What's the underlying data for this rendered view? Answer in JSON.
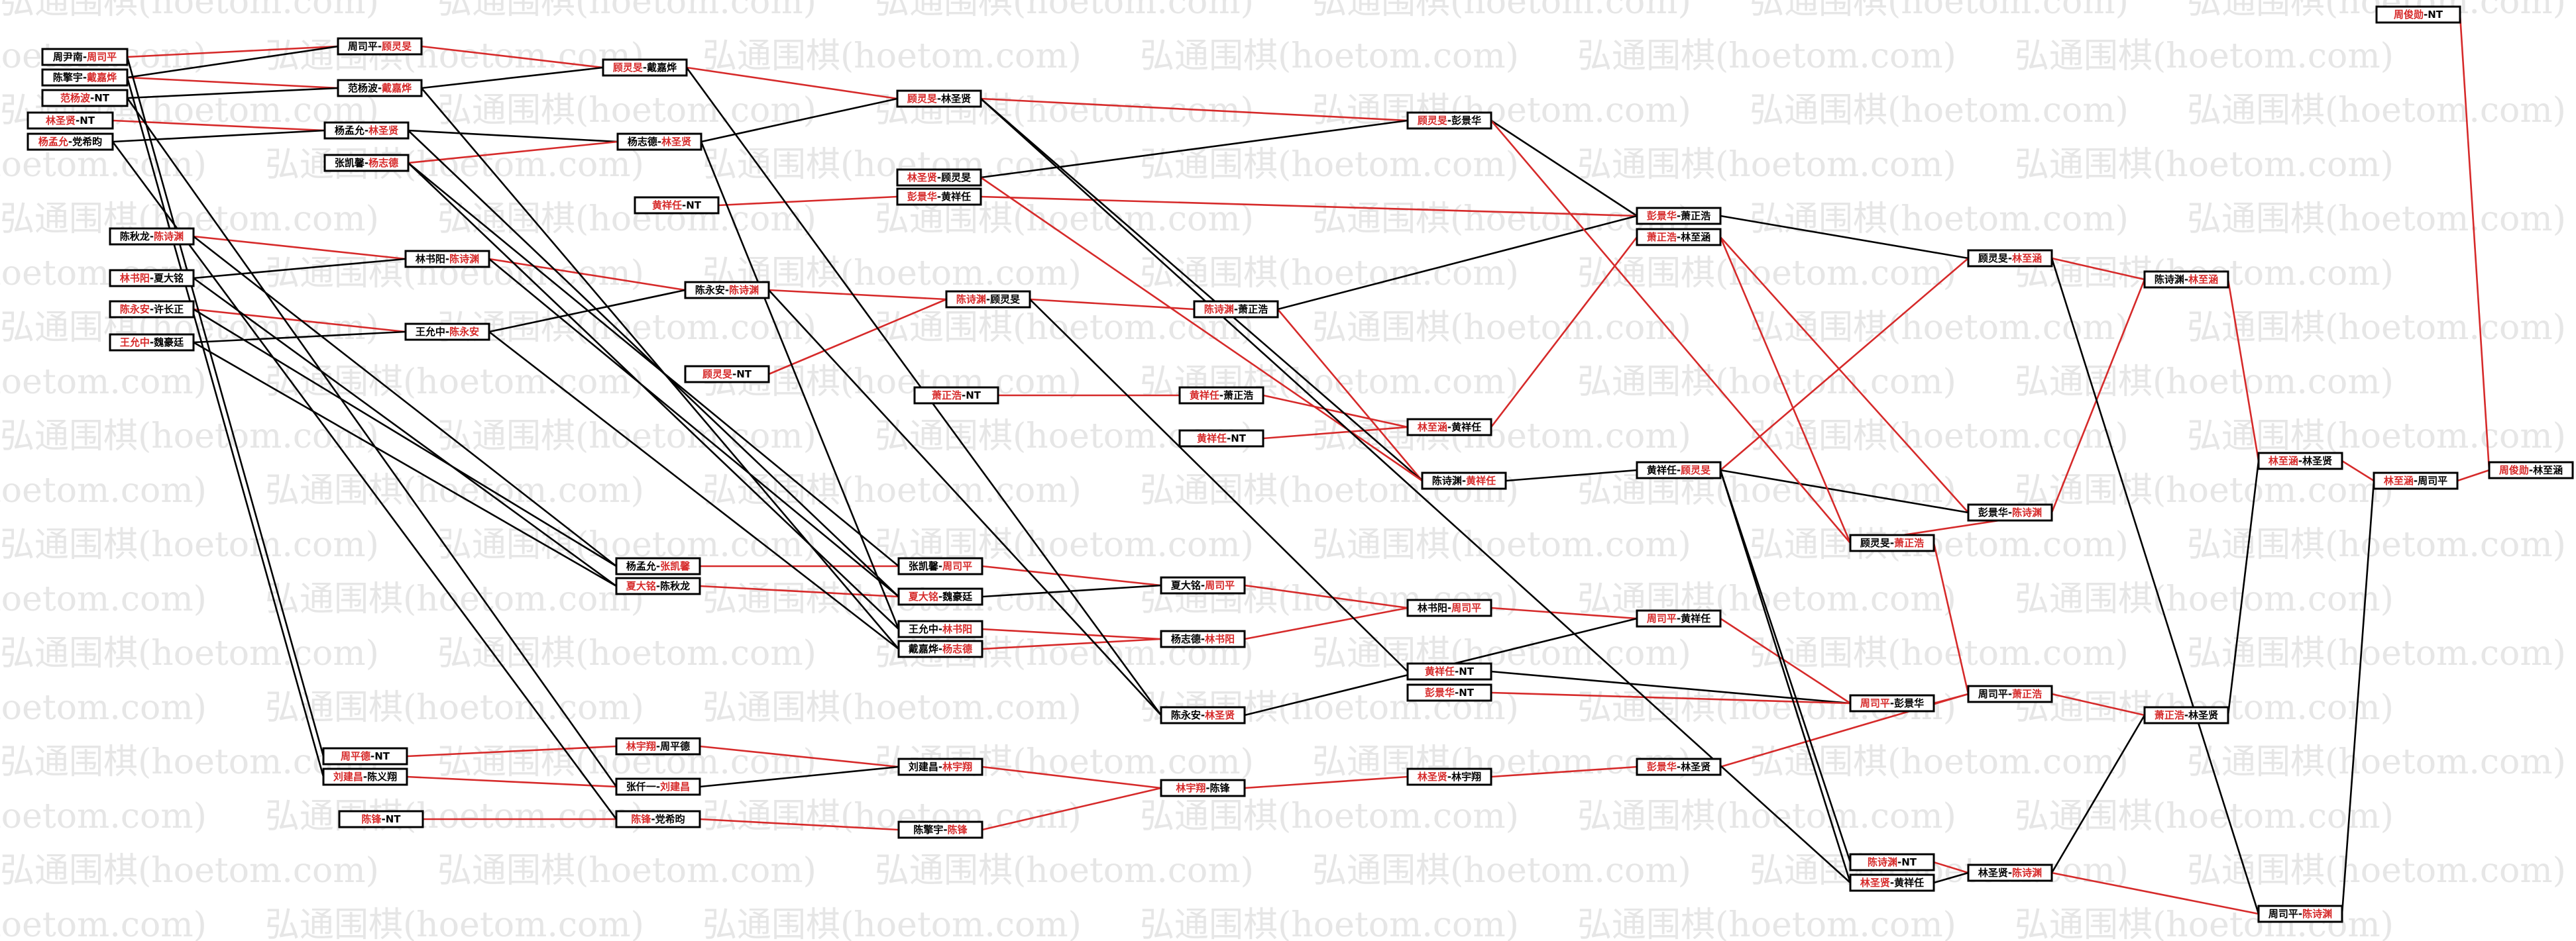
{
  "watermark": "弘通围棋(hoetom.com)",
  "colors": {
    "win": "#d62a2a",
    "loss": "#000000",
    "box": "#000000",
    "bg": "#ffffff",
    "watermark": "#e6e6e6"
  },
  "nodes": [
    {
      "id": "n1",
      "a": "周尹南",
      "b": "周司平",
      "w": "b"
    },
    {
      "id": "n2",
      "a": "陈擎宇",
      "b": "戴嘉烨",
      "w": "b"
    },
    {
      "id": "n3",
      "a": "范杨波",
      "b": "NT",
      "w": "a"
    },
    {
      "id": "n4",
      "a": "林圣贤",
      "b": "NT",
      "w": "a"
    },
    {
      "id": "n5",
      "a": "杨孟允",
      "b": "党希昀",
      "w": "a"
    },
    {
      "id": "n6",
      "a": "周司平",
      "b": "顾灵旻",
      "w": "b"
    },
    {
      "id": "n7",
      "a": "范杨波",
      "b": "戴嘉烨",
      "w": "b"
    },
    {
      "id": "n8",
      "a": "杨孟允",
      "b": "林圣贤",
      "w": "b"
    },
    {
      "id": "n9",
      "a": "张凯馨",
      "b": "杨志德",
      "w": "b"
    },
    {
      "id": "n10",
      "a": "顾灵旻",
      "b": "戴嘉烨",
      "w": "a"
    },
    {
      "id": "n11",
      "a": "杨志德",
      "b": "林圣贤",
      "w": "b"
    },
    {
      "id": "n12",
      "a": "黄祥任",
      "b": "NT",
      "w": "a"
    },
    {
      "id": "n13",
      "a": "顾灵旻",
      "b": "林圣贤",
      "w": "a"
    },
    {
      "id": "n14",
      "a": "林圣贤",
      "b": "顾灵旻",
      "w": "a"
    },
    {
      "id": "n15",
      "a": "彭景华",
      "b": "黄祥任",
      "w": "a"
    },
    {
      "id": "n16",
      "a": "顾灵旻",
      "b": "彭景华",
      "w": "a"
    },
    {
      "id": "n17",
      "a": "陈秋龙",
      "b": "陈诗渊",
      "w": "b"
    },
    {
      "id": "n18",
      "a": "林书阳",
      "b": "夏大铭",
      "w": "a"
    },
    {
      "id": "n19",
      "a": "陈永安",
      "b": "许长正",
      "w": "a"
    },
    {
      "id": "n20",
      "a": "王允中",
      "b": "魏豪廷",
      "w": "a"
    },
    {
      "id": "n21",
      "a": "林书阳",
      "b": "陈诗渊",
      "w": "b"
    },
    {
      "id": "n22",
      "a": "王允中",
      "b": "陈永安",
      "w": "b"
    },
    {
      "id": "n23",
      "a": "陈永安",
      "b": "陈诗渊",
      "w": "b"
    },
    {
      "id": "n24",
      "a": "顾灵旻",
      "b": "NT",
      "w": "a"
    },
    {
      "id": "n25",
      "a": "陈诗渊",
      "b": "顾灵旻",
      "w": "a"
    },
    {
      "id": "n26",
      "a": "陈诗渊",
      "b": "萧正浩",
      "w": "a"
    },
    {
      "id": "n27",
      "a": "萧正浩",
      "b": "NT",
      "w": "a"
    },
    {
      "id": "n28",
      "a": "黄祥任",
      "b": "萧正浩",
      "w": "a"
    },
    {
      "id": "n29",
      "a": "黄祥任",
      "b": "NT",
      "w": "a"
    },
    {
      "id": "n30",
      "a": "林至涵",
      "b": "黄祥任",
      "w": "a"
    },
    {
      "id": "n31",
      "a": "陈诗渊",
      "b": "黄祥任",
      "w": "b"
    },
    {
      "id": "n32",
      "a": "彭景华",
      "b": "萧正浩",
      "w": "a"
    },
    {
      "id": "n33",
      "a": "萧正浩",
      "b": "林至涵",
      "w": "a"
    },
    {
      "id": "n34",
      "a": "黄祥任",
      "b": "顾灵旻",
      "w": "b"
    },
    {
      "id": "n35",
      "a": "顾灵旻",
      "b": "林至涵",
      "w": "b"
    },
    {
      "id": "n36",
      "a": "彭景华",
      "b": "陈诗渊",
      "w": "b"
    },
    {
      "id": "n37",
      "a": "顾灵旻",
      "b": "萧正浩",
      "w": "b"
    },
    {
      "id": "n38",
      "a": "陈诗渊",
      "b": "林至涵",
      "w": "b"
    },
    {
      "id": "n39",
      "a": "周俊勋",
      "b": "NT",
      "w": "a"
    },
    {
      "id": "n40",
      "a": "林至涵",
      "b": "林圣贤",
      "w": "a"
    },
    {
      "id": "n41",
      "a": "林至涵",
      "b": "周司平",
      "w": "a"
    },
    {
      "id": "n42",
      "a": "周俊勋",
      "b": "林至涵",
      "w": "a"
    },
    {
      "id": "n43",
      "a": "杨孟允",
      "b": "张凯馨",
      "w": "b"
    },
    {
      "id": "n44",
      "a": "夏大铭",
      "b": "陈秋龙",
      "w": "a"
    },
    {
      "id": "n45",
      "a": "张凯馨",
      "b": "周司平",
      "w": "b"
    },
    {
      "id": "n46",
      "a": "夏大铭",
      "b": "魏豪廷",
      "w": "a"
    },
    {
      "id": "n47",
      "a": "王允中",
      "b": "林书阳",
      "w": "b"
    },
    {
      "id": "n48",
      "a": "戴嘉烨",
      "b": "杨志德",
      "w": "b"
    },
    {
      "id": "n49",
      "a": "夏大铭",
      "b": "周司平",
      "w": "b"
    },
    {
      "id": "n50",
      "a": "杨志德",
      "b": "林书阳",
      "w": "b"
    },
    {
      "id": "n51",
      "a": "林书阳",
      "b": "周司平",
      "w": "b"
    },
    {
      "id": "n52",
      "a": "陈永安",
      "b": "林圣贤",
      "w": "b"
    },
    {
      "id": "n53",
      "a": "周司平",
      "b": "黄祥任",
      "w": "a"
    },
    {
      "id": "n54",
      "a": "黄祥任",
      "b": "NT",
      "w": "a"
    },
    {
      "id": "n55",
      "a": "彭景华",
      "b": "NT",
      "w": "a"
    },
    {
      "id": "n56",
      "a": "周司平",
      "b": "彭景华",
      "w": "a"
    },
    {
      "id": "n57",
      "a": "周司平",
      "b": "萧正浩",
      "w": "b"
    },
    {
      "id": "n58",
      "a": "萧正浩",
      "b": "林圣贤",
      "w": "a"
    },
    {
      "id": "n59",
      "a": "周平德",
      "b": "NT",
      "w": "a"
    },
    {
      "id": "n60",
      "a": "刘建昌",
      "b": "陈义翔",
      "w": "a"
    },
    {
      "id": "n61",
      "a": "林宇翔",
      "b": "周平德",
      "w": "a"
    },
    {
      "id": "n62",
      "a": "张仟一",
      "b": "刘建昌",
      "w": "b"
    },
    {
      "id": "n63",
      "a": "陈锋",
      "b": "NT",
      "w": "a"
    },
    {
      "id": "n64",
      "a": "陈锋",
      "b": "党希昀",
      "w": "a"
    },
    {
      "id": "n65",
      "a": "刘建昌",
      "b": "林宇翔",
      "w": "b"
    },
    {
      "id": "n66",
      "a": "陈擎宇",
      "b": "陈锋",
      "w": "b"
    },
    {
      "id": "n67",
      "a": "林宇翔",
      "b": "陈锋",
      "w": "a"
    },
    {
      "id": "n68",
      "a": "林圣贤",
      "b": "林宇翔",
      "w": "a"
    },
    {
      "id": "n69",
      "a": "彭景华",
      "b": "林圣贤",
      "w": "a"
    },
    {
      "id": "n70",
      "a": "陈诗渊",
      "b": "NT",
      "w": "a"
    },
    {
      "id": "n71",
      "a": "林圣贤",
      "b": "黄祥任",
      "w": "a"
    },
    {
      "id": "n72",
      "a": "林圣贤",
      "b": "陈诗渊",
      "w": "b"
    },
    {
      "id": "n73",
      "a": "周司平",
      "b": "陈诗渊",
      "w": "b"
    }
  ]
}
